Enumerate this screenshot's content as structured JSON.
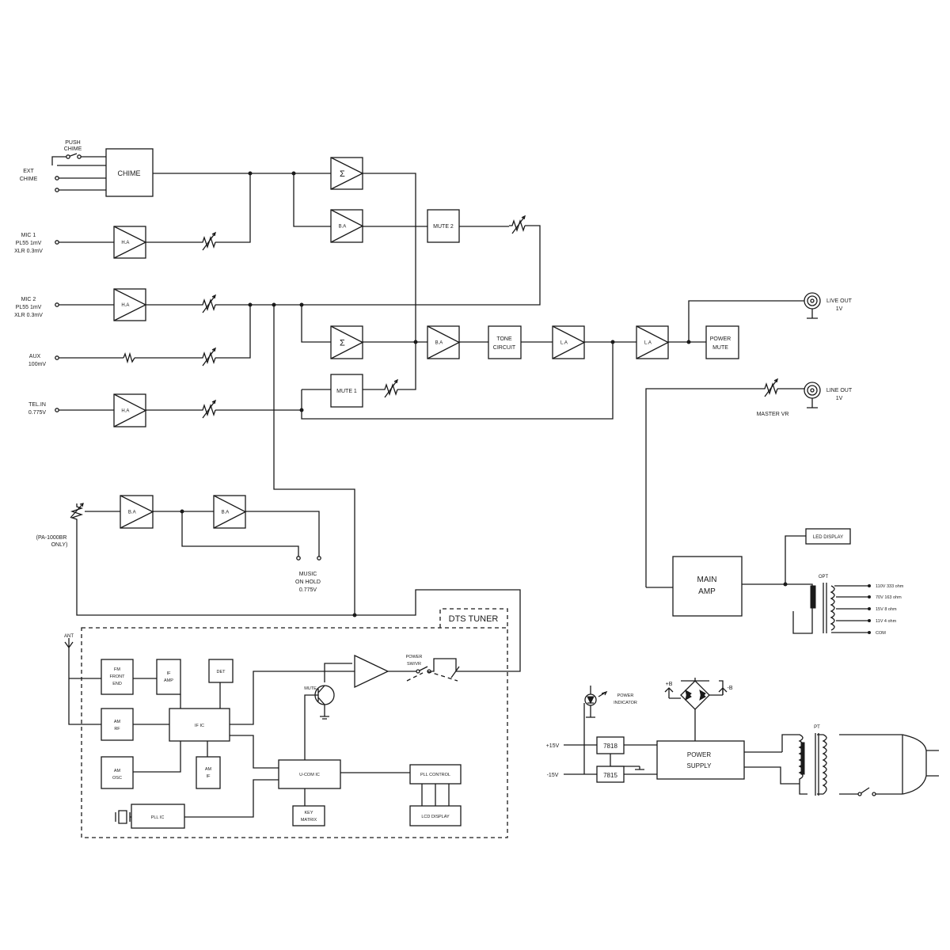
{
  "colors": {
    "line": "#1a1a1a",
    "background": "#ffffff"
  },
  "inputs": {
    "push_chime": [
      "PUSH",
      "CHIME"
    ],
    "ext_chime": [
      "EXT",
      "CHIME"
    ],
    "mic1": [
      "MIC 1",
      "PL55 1mV",
      "XLR 0.3mV"
    ],
    "mic2": [
      "MIC 2",
      "PL55 1mV",
      "XLR 0.3mV"
    ],
    "aux": [
      "AUX",
      "100mV"
    ],
    "tel_in": [
      "TEL.IN",
      "0.775V"
    ],
    "pa_note": [
      "(PA-1000BR",
      "ONLY)"
    ],
    "music_on_hold": [
      "MUSIC",
      "ON HOLD",
      "0.775V"
    ]
  },
  "blocks": {
    "chime": "CHIME",
    "head_amp": "H.A",
    "buffer_amp": "B.A",
    "line_amp": "L.A",
    "sum": "Σ",
    "mute1": "MUTE 1",
    "mute2": "MUTE 2",
    "tone": [
      "TONE",
      "CIRCUIT"
    ],
    "power_mute": [
      "POWER",
      "MUTE"
    ],
    "main_amp": [
      "MAIN",
      "AMP"
    ],
    "led_display": "LED DISPLAY",
    "power_supply": [
      "POWER",
      "SUPPLY"
    ],
    "reg_7818": "7818",
    "reg_7815": "7815"
  },
  "outputs": {
    "live_out": [
      "LIVE OUT",
      "1V"
    ],
    "line_out": [
      "LINE OUT",
      "1V"
    ],
    "master_vr": "MASTER VR",
    "opt": "OPT",
    "taps": [
      "110V 333 ohm",
      "70V 163 ohm",
      "15V 8 ohm",
      "11V 4 ohm",
      "COM"
    ]
  },
  "tuner": {
    "title": "DTS TUNER",
    "ant": "ANT",
    "fm_front_end": [
      "FM",
      "FRONT",
      "END"
    ],
    "if_amp": [
      "IF",
      "AMP"
    ],
    "det": "DET",
    "am_rf": [
      "AM",
      "RF"
    ],
    "if_ic": "IF IC",
    "am_osc": [
      "AM",
      "OSC"
    ],
    "am_if": [
      "AM",
      "IF"
    ],
    "mute": "MUTE",
    "power_sw_vr": [
      "POWER",
      "SW/VR"
    ],
    "ucom_ic": "U-COM IC",
    "pll_control": "PLL CONTROL",
    "key_matrix": [
      "KEY",
      "MATRIX"
    ],
    "lcd_display": "LCD DISPLAY",
    "pll_ic": "PLL IC"
  },
  "power": {
    "plus15": "+15V",
    "minus15": "-15V",
    "power_indicator": [
      "POWER",
      "INDICATOR"
    ],
    "plus_b": "+B",
    "minus_b": "-B",
    "pt": "PT"
  }
}
